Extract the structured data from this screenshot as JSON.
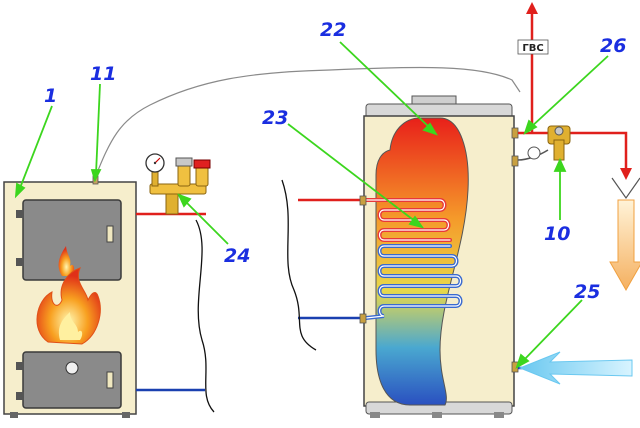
{
  "labels": {
    "boiler": "1",
    "sensor": "11",
    "tank": "22",
    "coil": "23",
    "safety_group": "24",
    "cold_inlet": "25",
    "hot_outlet": "26",
    "mixing_valve": "10"
  },
  "tags": {
    "hot_water": "ГВС"
  },
  "colors": {
    "hot_pipe": "#e0201c",
    "cold_pipe": "#1a40b0",
    "callout_text": "#1a2ee0",
    "leader_line": "#3cd61e",
    "tank_body": "#f6eecc",
    "boiler_body": "#f6eecc",
    "door": "#8a8a8a"
  },
  "icons": [
    "flame-icon",
    "pressure-gauge-icon",
    "flow-arrow-icon",
    "drain-funnel-icon"
  ]
}
